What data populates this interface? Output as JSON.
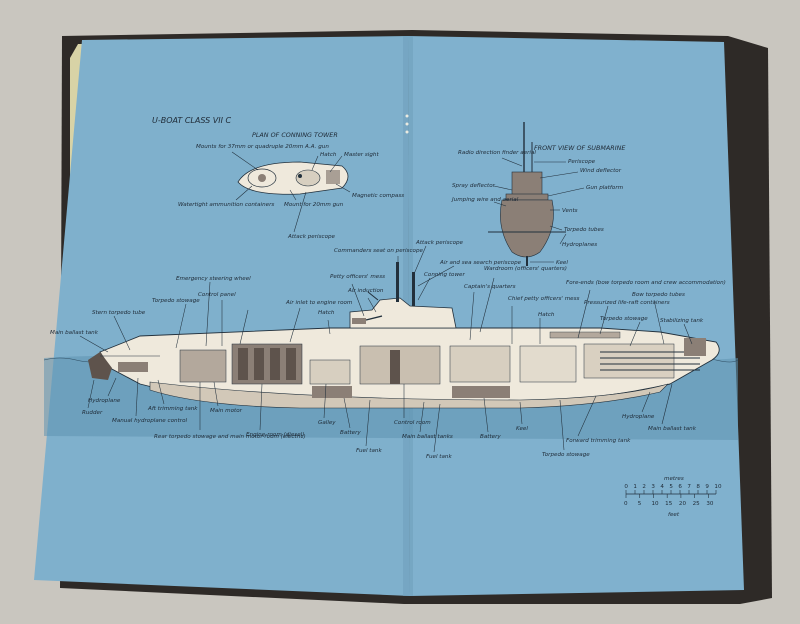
{
  "colors": {
    "page": "#7fb0cc",
    "page_dark": "#6fa0bd",
    "cover": "#2e2a27",
    "background": "#c9c6bf",
    "ink": "#1e2a36",
    "hull": "#efe9dc",
    "hull_section": "#8b7f76",
    "sea": "#5f93b0"
  },
  "titles": {
    "main": "U-BOAT CLASS VII C",
    "conning_plan": "PLAN OF CONNING TOWER",
    "front_view": "FRONT VIEW OF SUBMARINE"
  },
  "conning_labels": [
    "Mounts for 37mm or quadruple 20mm A.A. gun",
    "Hatch",
    "Master sight",
    "Magnetic compass",
    "Watertight ammunition containers",
    "Mount for 20mm gun",
    "Attack periscope"
  ],
  "front_labels": [
    "Radio direction finder aerial",
    "Periscope",
    "Wind deflector",
    "Spray deflector",
    "Gun platform",
    "Jumping wire and aerial",
    "Vents",
    "Torpedo tubes",
    "Hydroplanes",
    "Keel"
  ],
  "top_labels": [
    "Commanders seat on periscope",
    "Attack periscope",
    "Air and sea search periscope",
    "Conning tower",
    "Wardroom (officers' quarters)",
    "Captain's quarters",
    "Chief petty officers' mess",
    "Fore-ends (bow torpedo room and crew accommodation)",
    "Pressurized life-raft containers",
    "Bow torpedo tubes",
    "Torpedo stowage",
    "Stabilizing tank",
    "Petty officers' mess",
    "Air induction",
    "Hatch",
    "Air inlet to engine room",
    "Emergency steering wheel",
    "Control panel",
    "Torpedo stowage",
    "Stern torpedo tube",
    "Main ballast tank"
  ],
  "bottom_labels": [
    "Rudder",
    "Hydroplane",
    "Manual hydroplane control",
    "Aft trimming tank",
    "Rear torpedo stowage and main motor-room (electric)",
    "Main motor",
    "Engine-room (diesel)",
    "Galley",
    "Battery",
    "Fuel tank",
    "Control room",
    "Main ballast tanks",
    "Fuel tank",
    "Battery",
    "Keel",
    "Torpedo stowage",
    "Forward trimming tank",
    "Hydroplane",
    "Main ballast tank"
  ],
  "scale": {
    "top_label": "metres",
    "top_ticks": [
      "0",
      "1",
      "2",
      "3",
      "4",
      "5",
      "6",
      "7",
      "8",
      "9",
      "10"
    ],
    "bottom_ticks": [
      "0",
      "5",
      "10",
      "15",
      "20",
      "25",
      "30"
    ],
    "bottom_label": "feet"
  }
}
